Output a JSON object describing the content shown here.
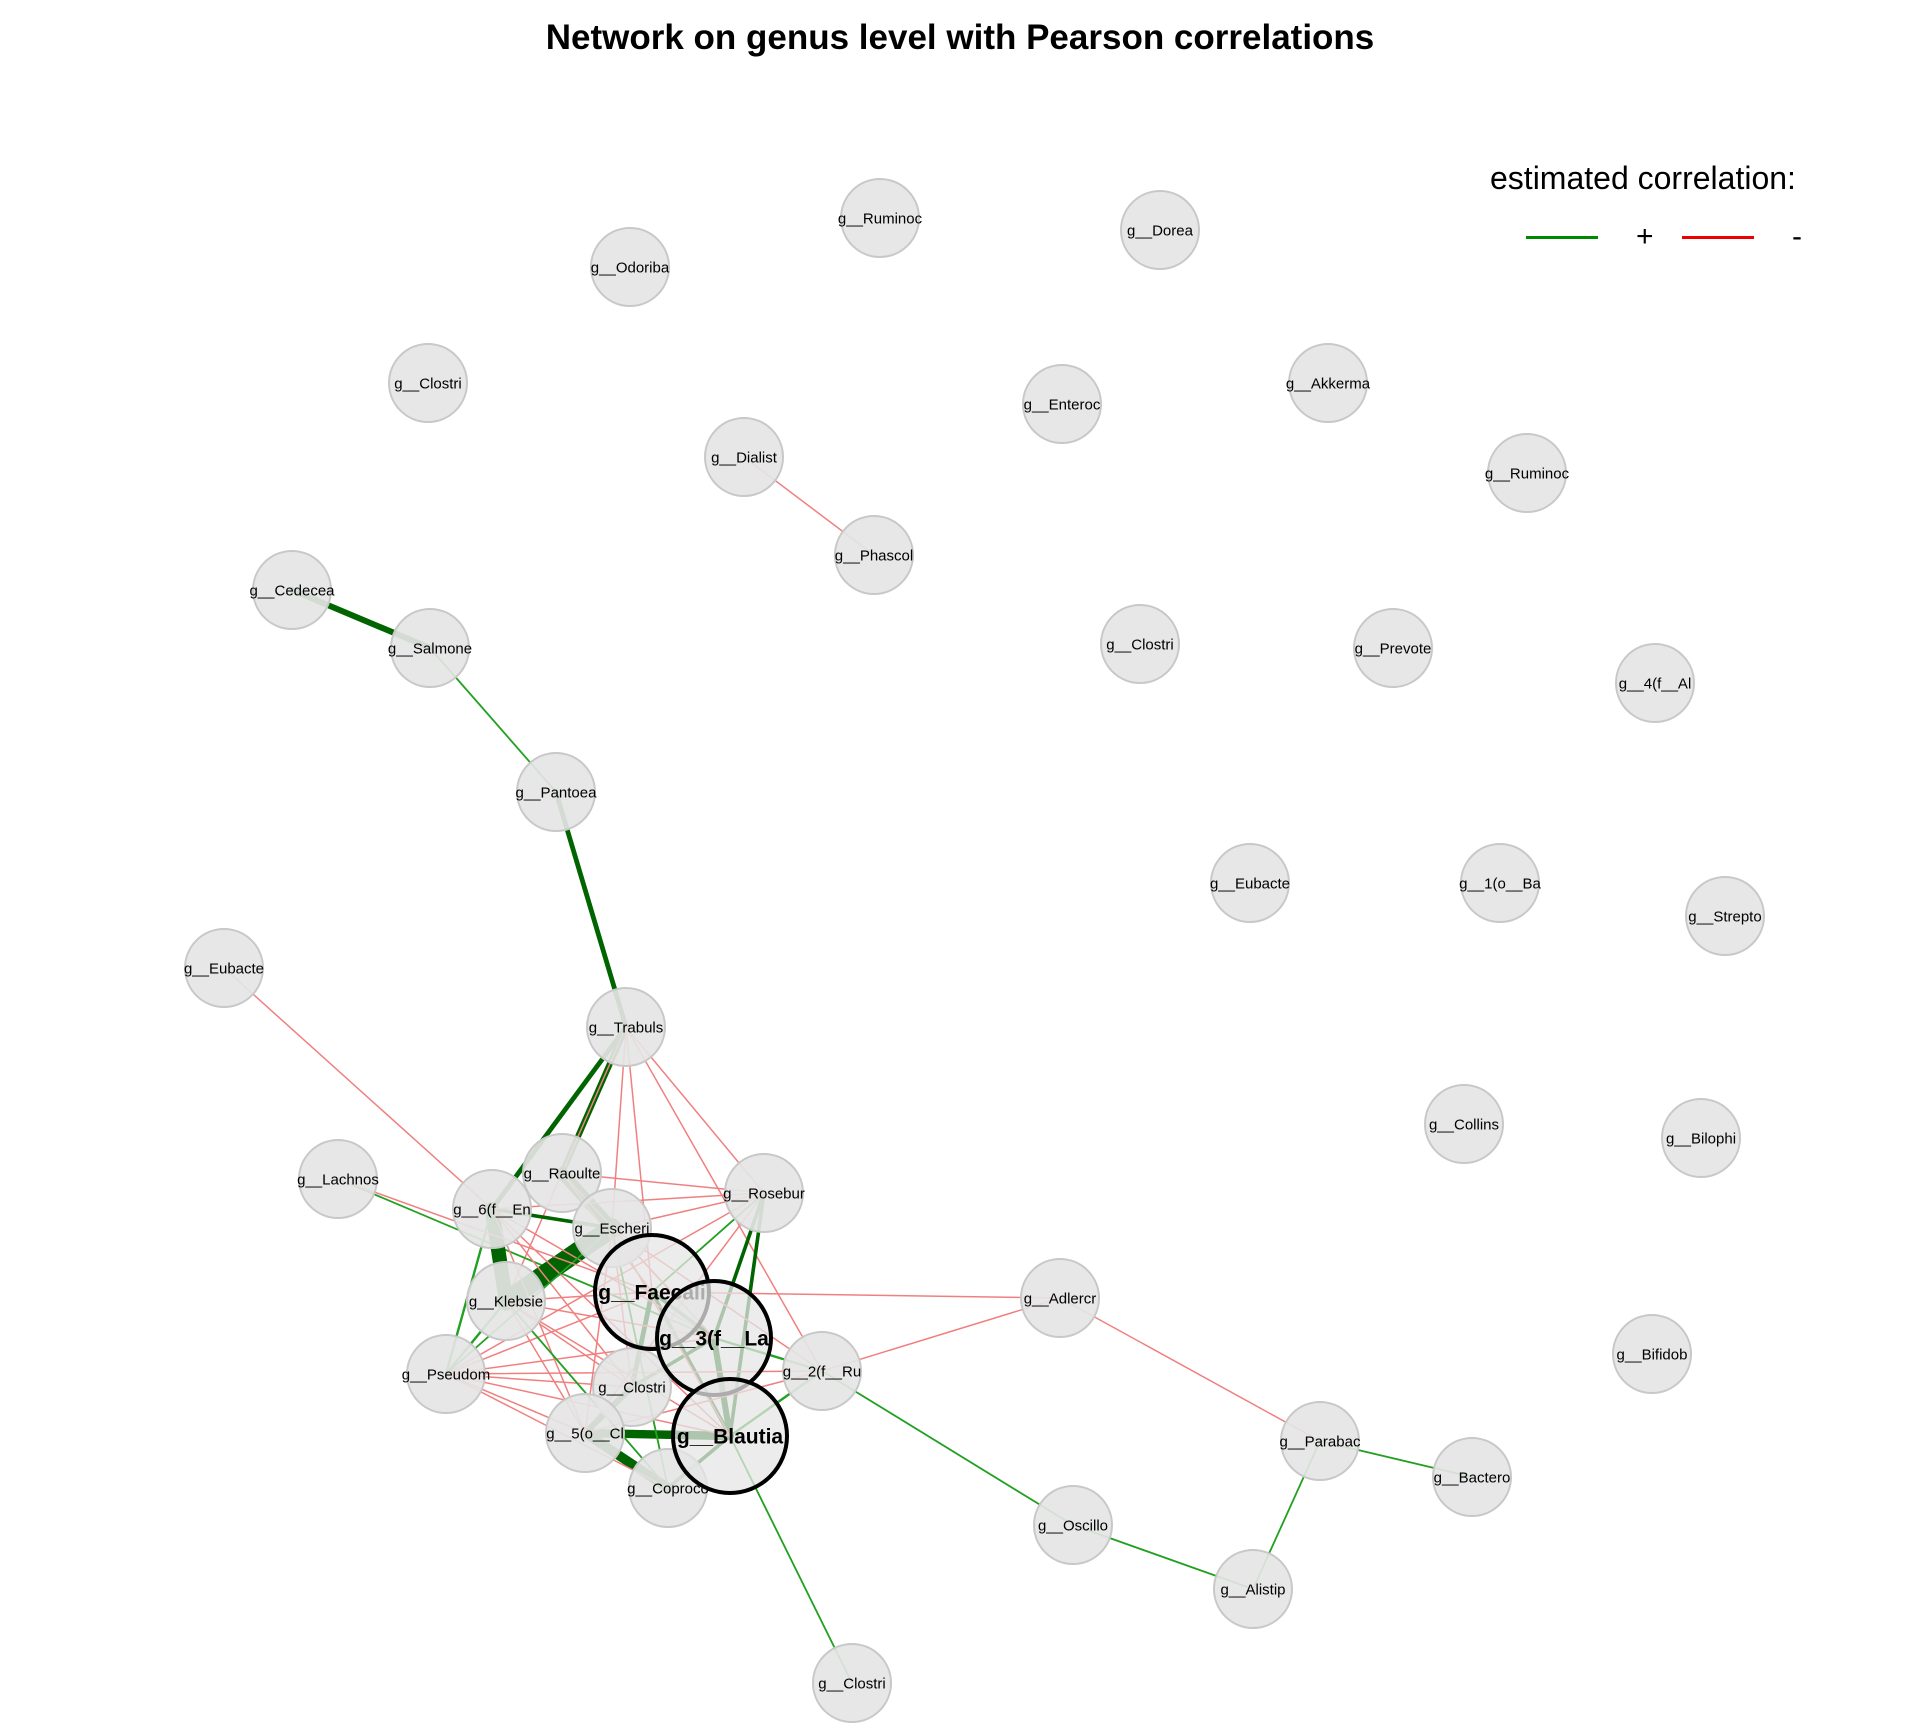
{
  "title": "Network on genus level with Pearson correlations",
  "legend": {
    "title": "estimated correlation:",
    "items": [
      {
        "symbol": "+",
        "color": "#008800"
      },
      {
        "symbol": "-",
        "color": "#ee0000"
      }
    ]
  },
  "colors": {
    "positive_edge": "#006400",
    "positive_edge_light": "#22a022",
    "negative_edge": "#f08080",
    "node_fill": "#e5e5e5",
    "node_border": "#c8c8c8",
    "hub_border": "#000000"
  },
  "nodes": [
    {
      "id": "ruminoc1",
      "label": "g__Ruminoc",
      "hub": false
    },
    {
      "id": "odoriba",
      "label": "g__Odoriba",
      "hub": false
    },
    {
      "id": "dorea",
      "label": "g__Dorea",
      "hub": false
    },
    {
      "id": "clostri1",
      "label": "g__Clostri",
      "hub": false
    },
    {
      "id": "enteroc",
      "label": "g__Enteroc",
      "hub": false
    },
    {
      "id": "akkerma",
      "label": "g__Akkerma",
      "hub": false
    },
    {
      "id": "dialist",
      "label": "g__Dialist",
      "hub": false
    },
    {
      "id": "ruminoc2",
      "label": "g__Ruminoc",
      "hub": false
    },
    {
      "id": "phascol",
      "label": "g__Phascol",
      "hub": false
    },
    {
      "id": "cedecea",
      "label": "g__Cedecea",
      "hub": false
    },
    {
      "id": "salmone",
      "label": "g__Salmone",
      "hub": false
    },
    {
      "id": "clostri2",
      "label": "g__Clostri",
      "hub": false
    },
    {
      "id": "prevote",
      "label": "g__Prevote",
      "hub": false
    },
    {
      "id": "f4al",
      "label": "g__4(f__Al",
      "hub": false
    },
    {
      "id": "pantoea",
      "label": "g__Pantoea",
      "hub": false
    },
    {
      "id": "eubacte1",
      "label": "g__Eubacte",
      "hub": false
    },
    {
      "id": "o1ba",
      "label": "g__1(o__Ba",
      "hub": false
    },
    {
      "id": "strepto",
      "label": "g__Strepto",
      "hub": false
    },
    {
      "id": "eubacte2",
      "label": "g__Eubacte",
      "hub": false
    },
    {
      "id": "trabuls",
      "label": "g__Trabuls",
      "hub": false
    },
    {
      "id": "collins",
      "label": "g__Collins",
      "hub": false
    },
    {
      "id": "bilophi",
      "label": "g__Bilophi",
      "hub": false
    },
    {
      "id": "lachnos",
      "label": "g__Lachnos",
      "hub": false
    },
    {
      "id": "raoulte",
      "label": "g__Raoulte",
      "hub": false
    },
    {
      "id": "f6en",
      "label": "g__6(f__En",
      "hub": false
    },
    {
      "id": "rosebur",
      "label": "g__Rosebur",
      "hub": false
    },
    {
      "id": "escheri",
      "label": "g__Escheri",
      "hub": false
    },
    {
      "id": "faecali",
      "label": "g__Faecali",
      "hub": true
    },
    {
      "id": "adlercr",
      "label": "g__Adlercr",
      "hub": false
    },
    {
      "id": "klebsie",
      "label": "g__Klebsie",
      "hub": false
    },
    {
      "id": "f3la",
      "label": "g__3(f__La",
      "hub": true
    },
    {
      "id": "bifidob",
      "label": "g__Bifidob",
      "hub": false
    },
    {
      "id": "pseudom",
      "label": "g__Pseudom",
      "hub": false
    },
    {
      "id": "f2ru",
      "label": "g__2(f__Ru",
      "hub": false
    },
    {
      "id": "clostri3",
      "label": "g__Clostri",
      "hub": false
    },
    {
      "id": "o5cl",
      "label": "g__5(o__Cl",
      "hub": false
    },
    {
      "id": "blautia",
      "label": "g__Blautia",
      "hub": true
    },
    {
      "id": "parabac",
      "label": "g__Parabac",
      "hub": false
    },
    {
      "id": "bactero",
      "label": "g__Bactero",
      "hub": false
    },
    {
      "id": "coproco",
      "label": "g__Coproco",
      "hub": false
    },
    {
      "id": "oscillo",
      "label": "g__Oscillo",
      "hub": false
    },
    {
      "id": "alistip",
      "label": "g__Alistip",
      "hub": false
    },
    {
      "id": "clostri4",
      "label": "g__Clostri",
      "hub": false
    }
  ],
  "edges": [
    {
      "source": "dialist",
      "target": "phascol",
      "sign": "-",
      "weight": 1
    },
    {
      "source": "cedecea",
      "target": "salmone",
      "sign": "+",
      "weight": 5
    },
    {
      "source": "salmone",
      "target": "pantoea",
      "sign": "+",
      "weight": 1.5
    },
    {
      "source": "pantoea",
      "target": "trabuls",
      "sign": "+",
      "weight": 4
    },
    {
      "source": "eubacte2",
      "target": "f6en",
      "sign": "-",
      "weight": 1
    },
    {
      "source": "trabuls",
      "target": "raoulte",
      "sign": "+",
      "weight": 5
    },
    {
      "source": "trabuls",
      "target": "f6en",
      "sign": "+",
      "weight": 4
    },
    {
      "source": "trabuls",
      "target": "rosebur",
      "sign": "-",
      "weight": 1
    },
    {
      "source": "trabuls",
      "target": "escheri",
      "sign": "-",
      "weight": 1
    },
    {
      "source": "trabuls",
      "target": "faecali",
      "sign": "-",
      "weight": 1
    },
    {
      "source": "trabuls",
      "target": "f2ru",
      "sign": "-",
      "weight": 1
    },
    {
      "source": "trabuls",
      "target": "klebsie",
      "sign": "-",
      "weight": 1
    },
    {
      "source": "lachnos",
      "target": "f3la",
      "sign": "+",
      "weight": 1.5
    },
    {
      "source": "raoulte",
      "target": "escheri",
      "sign": "+",
      "weight": 10
    },
    {
      "source": "f6en",
      "target": "klebsie",
      "sign": "+",
      "weight": 12
    },
    {
      "source": "escheri",
      "target": "klebsie",
      "sign": "+",
      "weight": 16
    },
    {
      "source": "f6en",
      "target": "escheri",
      "sign": "+",
      "weight": 3
    },
    {
      "source": "rosebur",
      "target": "escheri",
      "sign": "-",
      "weight": 1
    },
    {
      "source": "rosebur",
      "target": "f6en",
      "sign": "-",
      "weight": 1
    },
    {
      "source": "rosebur",
      "target": "raoulte",
      "sign": "-",
      "weight": 1
    },
    {
      "source": "rosebur",
      "target": "f3la",
      "sign": "+",
      "weight": 3
    },
    {
      "source": "rosebur",
      "target": "blautia",
      "sign": "+",
      "weight": 3
    },
    {
      "source": "rosebur",
      "target": "faecali",
      "sign": "+",
      "weight": 1.5
    },
    {
      "source": "rosebur",
      "target": "pseudom",
      "sign": "-",
      "weight": 1
    },
    {
      "source": "rosebur",
      "target": "o5cl",
      "sign": "-",
      "weight": 1
    },
    {
      "source": "adlercr",
      "target": "faecali",
      "sign": "-",
      "weight": 1
    },
    {
      "source": "adlercr",
      "target": "f2ru",
      "sign": "-",
      "weight": 1
    },
    {
      "source": "adlercr",
      "target": "parabac",
      "sign": "-",
      "weight": 1
    },
    {
      "source": "faecali",
      "target": "f3la",
      "sign": "+",
      "weight": 3
    },
    {
      "source": "faecali",
      "target": "blautia",
      "sign": "+",
      "weight": 3
    },
    {
      "source": "f3la",
      "target": "blautia",
      "sign": "+",
      "weight": 5
    },
    {
      "source": "faecali",
      "target": "clostri3",
      "sign": "+",
      "weight": 4
    },
    {
      "source": "f3la",
      "target": "clostri3",
      "sign": "+",
      "weight": 3
    },
    {
      "source": "blautia",
      "target": "o5cl",
      "sign": "+",
      "weight": 7
    },
    {
      "source": "o5cl",
      "target": "coproco",
      "sign": "+",
      "weight": 8
    },
    {
      "source": "clostri3",
      "target": "o5cl",
      "sign": "+",
      "weight": 5
    },
    {
      "source": "blautia",
      "target": "coproco",
      "sign": "+",
      "weight": 3
    },
    {
      "source": "f3la",
      "target": "f2ru",
      "sign": "+",
      "weight": 2
    },
    {
      "source": "blautia",
      "target": "f2ru",
      "sign": "+",
      "weight": 2
    },
    {
      "source": "f2ru",
      "target": "oscillo",
      "sign": "+",
      "weight": 1.5
    },
    {
      "source": "blautia",
      "target": "clostri4",
      "sign": "+",
      "weight": 1.5
    },
    {
      "source": "faecali",
      "target": "klebsie",
      "sign": "-",
      "weight": 1
    },
    {
      "source": "faecali",
      "target": "pseudom",
      "sign": "-",
      "weight": 1
    },
    {
      "source": "f3la",
      "target": "pseudom",
      "sign": "-",
      "weight": 1
    },
    {
      "source": "blautia",
      "target": "pseudom",
      "sign": "-",
      "weight": 1
    },
    {
      "source": "f3la",
      "target": "klebsie",
      "sign": "-",
      "weight": 1
    },
    {
      "source": "blautia",
      "target": "klebsie",
      "sign": "-",
      "weight": 1
    },
    {
      "source": "f3la",
      "target": "escheri",
      "sign": "-",
      "weight": 1
    },
    {
      "source": "blautia",
      "target": "escheri",
      "sign": "-",
      "weight": 1
    },
    {
      "source": "f3la",
      "target": "raoulte",
      "sign": "-",
      "weight": 1
    },
    {
      "source": "faecali",
      "target": "raoulte",
      "sign": "-",
      "weight": 1
    },
    {
      "source": "f3la",
      "target": "f6en",
      "sign": "-",
      "weight": 1
    },
    {
      "source": "blautia",
      "target": "f6en",
      "sign": "-",
      "weight": 1
    },
    {
      "source": "o5cl",
      "target": "klebsie",
      "sign": "-",
      "weight": 1
    },
    {
      "source": "o5cl",
      "target": "escheri",
      "sign": "-",
      "weight": 1
    },
    {
      "source": "o5cl",
      "target": "f6en",
      "sign": "-",
      "weight": 1
    },
    {
      "source": "coproco",
      "target": "klebsie",
      "sign": "-",
      "weight": 1
    },
    {
      "source": "coproco",
      "target": "pseudom",
      "sign": "-",
      "weight": 1
    },
    {
      "source": "coproco",
      "target": "escheri",
      "sign": "-",
      "weight": 1
    },
    {
      "source": "clostri3",
      "target": "pseudom",
      "sign": "-",
      "weight": 1
    },
    {
      "source": "clostri3",
      "target": "klebsie",
      "sign": "-",
      "weight": 1
    },
    {
      "source": "clostri3",
      "target": "escheri",
      "sign": "-",
      "weight": 1
    },
    {
      "source": "clostri3",
      "target": "f6en",
      "sign": "-",
      "weight": 1
    },
    {
      "source": "f2ru",
      "target": "pseudom",
      "sign": "-",
      "weight": 1
    },
    {
      "source": "f2ru",
      "target": "o5cl",
      "sign": "-",
      "weight": 1
    },
    {
      "source": "f2ru",
      "target": "escheri",
      "sign": "-",
      "weight": 1
    },
    {
      "source": "pseudom",
      "target": "o5cl",
      "sign": "-",
      "weight": 1
    },
    {
      "source": "f6en",
      "target": "pseudom",
      "sign": "+",
      "weight": 2
    },
    {
      "source": "klebsie",
      "target": "pseudom",
      "sign": "+",
      "weight": 2
    },
    {
      "source": "escheri",
      "target": "pseudom",
      "sign": "+",
      "weight": 1.5
    },
    {
      "source": "lachnos",
      "target": "faecali",
      "sign": "-",
      "weight": 1
    },
    {
      "source": "escheri",
      "target": "coproco",
      "sign": "+",
      "weight": 1.5
    },
    {
      "source": "klebsie",
      "target": "coproco",
      "sign": "+",
      "weight": 1.5
    },
    {
      "source": "parabac",
      "target": "bactero",
      "sign": "+",
      "weight": 1.5
    },
    {
      "source": "parabac",
      "target": "alistip",
      "sign": "+",
      "weight": 1.5
    },
    {
      "source": "oscillo",
      "target": "alistip",
      "sign": "+",
      "weight": 1.5
    }
  ]
}
